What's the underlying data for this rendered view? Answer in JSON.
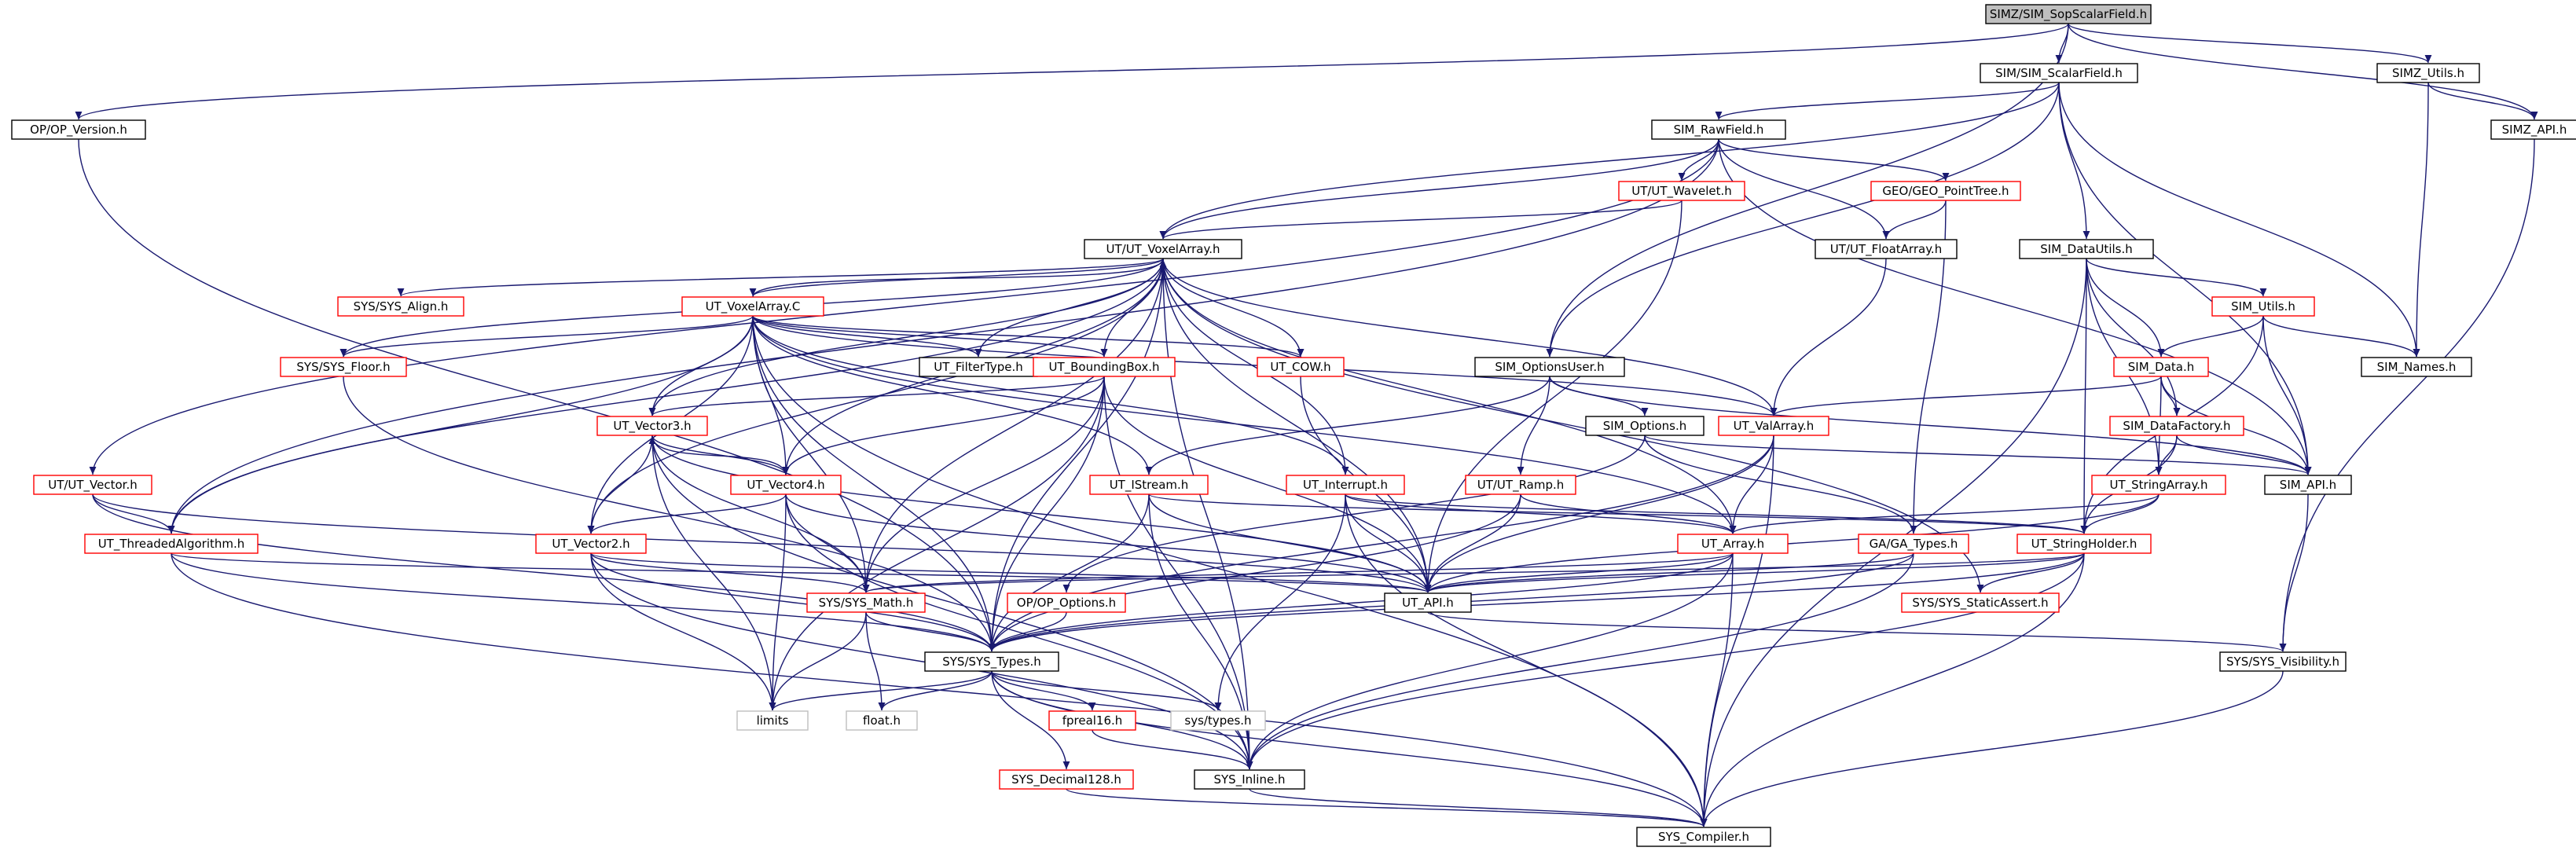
{
  "diagram": {
    "type": "include-dependency-graph",
    "colors": {
      "edge": "#191970",
      "node_border_black": "#000000",
      "node_border_red": "#ff0000",
      "node_border_gray": "#bfbfbf",
      "root_fill": "#bfbfbf",
      "node_fill": "#ffffff"
    },
    "nodes": [
      {
        "id": "root",
        "label": "SIMZ/SIM_SopScalarField.h",
        "style": "root"
      },
      {
        "id": "op_version",
        "label": "OP/OP_Version.h",
        "style": "black"
      },
      {
        "id": "sim_scalarfield",
        "label": "SIM/SIM_ScalarField.h",
        "style": "black"
      },
      {
        "id": "simz_utils",
        "label": "SIMZ_Utils.h",
        "style": "black"
      },
      {
        "id": "simz_api",
        "label": "SIMZ_API.h",
        "style": "black"
      },
      {
        "id": "sim_rawfield",
        "label": "SIM_RawField.h",
        "style": "black"
      },
      {
        "id": "ut_wavelet",
        "label": "UT/UT_Wavelet.h",
        "style": "red"
      },
      {
        "id": "geo_pointtree",
        "label": "GEO/GEO_PointTree.h",
        "style": "red"
      },
      {
        "id": "ut_floatarray",
        "label": "UT/UT_FloatArray.h",
        "style": "black"
      },
      {
        "id": "sim_datautils",
        "label": "SIM_DataUtils.h",
        "style": "black"
      },
      {
        "id": "ut_voxelarray_h",
        "label": "UT/UT_VoxelArray.h",
        "style": "black"
      },
      {
        "id": "sys_align",
        "label": "SYS/SYS_Align.h",
        "style": "red"
      },
      {
        "id": "ut_voxelarray_c",
        "label": "UT_VoxelArray.C",
        "style": "red"
      },
      {
        "id": "sim_utils",
        "label": "SIM_Utils.h",
        "style": "red"
      },
      {
        "id": "sim_names",
        "label": "SIM_Names.h",
        "style": "black"
      },
      {
        "id": "sys_floor",
        "label": "SYS/SYS_Floor.h",
        "style": "red"
      },
      {
        "id": "ut_filtertype",
        "label": "UT_FilterType.h",
        "style": "black"
      },
      {
        "id": "ut_boundingbox",
        "label": "UT_BoundingBox.h",
        "style": "red"
      },
      {
        "id": "ut_cow",
        "label": "UT_COW.h",
        "style": "red"
      },
      {
        "id": "sim_optionsuser",
        "label": "SIM_OptionsUser.h",
        "style": "black"
      },
      {
        "id": "sim_data",
        "label": "SIM_Data.h",
        "style": "red"
      },
      {
        "id": "sim_datafactory",
        "label": "SIM_DataFactory.h",
        "style": "red"
      },
      {
        "id": "ut_vector3",
        "label": "UT_Vector3.h",
        "style": "red"
      },
      {
        "id": "sim_options",
        "label": "SIM_Options.h",
        "style": "black"
      },
      {
        "id": "ut_valarray",
        "label": "UT_ValArray.h",
        "style": "red"
      },
      {
        "id": "ut_vector",
        "label": "UT/UT_Vector.h",
        "style": "red"
      },
      {
        "id": "ut_vector4",
        "label": "UT_Vector4.h",
        "style": "red"
      },
      {
        "id": "ut_istream",
        "label": "UT_IStream.h",
        "style": "red"
      },
      {
        "id": "ut_interrupt",
        "label": "UT_Interrupt.h",
        "style": "red"
      },
      {
        "id": "ut_ramp",
        "label": "UT/UT_Ramp.h",
        "style": "red"
      },
      {
        "id": "ut_stringarray",
        "label": "UT_StringArray.h",
        "style": "red"
      },
      {
        "id": "sim_api",
        "label": "SIM_API.h",
        "style": "black"
      },
      {
        "id": "ut_threadedalgorithm",
        "label": "UT_ThreadedAlgorithm.h",
        "style": "red"
      },
      {
        "id": "ut_vector2",
        "label": "UT_Vector2.h",
        "style": "red"
      },
      {
        "id": "ut_array",
        "label": "UT_Array.h",
        "style": "red"
      },
      {
        "id": "ga_types",
        "label": "GA/GA_Types.h",
        "style": "red"
      },
      {
        "id": "ut_stringholder",
        "label": "UT_StringHolder.h",
        "style": "red"
      },
      {
        "id": "sys_math",
        "label": "SYS/SYS_Math.h",
        "style": "red"
      },
      {
        "id": "op_options",
        "label": "OP/OP_Options.h",
        "style": "red"
      },
      {
        "id": "ut_api",
        "label": "UT_API.h",
        "style": "black"
      },
      {
        "id": "sys_staticassert",
        "label": "SYS/SYS_StaticAssert.h",
        "style": "red"
      },
      {
        "id": "sys_types",
        "label": "SYS/SYS_Types.h",
        "style": "black"
      },
      {
        "id": "sys_visibility",
        "label": "SYS/SYS_Visibility.h",
        "style": "black"
      },
      {
        "id": "limits",
        "label": "limits",
        "style": "gray"
      },
      {
        "id": "float_h",
        "label": "float.h",
        "style": "gray"
      },
      {
        "id": "fpreal16",
        "label": "fpreal16.h",
        "style": "red"
      },
      {
        "id": "sys_types_sys",
        "label": "sys/types.h",
        "style": "gray"
      },
      {
        "id": "sys_decimal128",
        "label": "SYS_Decimal128.h",
        "style": "red"
      },
      {
        "id": "sys_inline",
        "label": "SYS_Inline.h",
        "style": "black"
      },
      {
        "id": "sys_compiler",
        "label": "SYS_Compiler.h",
        "style": "black"
      }
    ],
    "edges": [
      [
        "root",
        "op_version"
      ],
      [
        "root",
        "sim_scalarfield"
      ],
      [
        "root",
        "simz_utils"
      ],
      [
        "root",
        "simz_api"
      ],
      [
        "root",
        "sim_optionsuser"
      ],
      [
        "op_version",
        "sys_types"
      ],
      [
        "sim_scalarfield",
        "sim_rawfield"
      ],
      [
        "sim_scalarfield",
        "ut_voxelarray_h"
      ],
      [
        "sim_scalarfield",
        "sim_datautils"
      ],
      [
        "sim_scalarfield",
        "sim_optionsuser"
      ],
      [
        "sim_scalarfield",
        "sim_names"
      ],
      [
        "sim_scalarfield",
        "sim_api"
      ],
      [
        "simz_utils",
        "simz_api"
      ],
      [
        "simz_utils",
        "sim_names"
      ],
      [
        "simz_api",
        "sys_visibility"
      ],
      [
        "sim_rawfield",
        "ut_voxelarray_h"
      ],
      [
        "sim_rawfield",
        "ut_wavelet"
      ],
      [
        "sim_rawfield",
        "geo_pointtree"
      ],
      [
        "sim_rawfield",
        "ut_floatarray"
      ],
      [
        "sim_rawfield",
        "ut_vector"
      ],
      [
        "sim_rawfield",
        "ut_threadedalgorithm"
      ],
      [
        "sim_rawfield",
        "sim_api"
      ],
      [
        "ut_wavelet",
        "ut_voxelarray_h"
      ],
      [
        "ut_wavelet",
        "ut_api"
      ],
      [
        "geo_pointtree",
        "ut_floatarray"
      ],
      [
        "geo_pointtree",
        "ga_types"
      ],
      [
        "ut_floatarray",
        "ut_valarray"
      ],
      [
        "sim_datautils",
        "sim_utils"
      ],
      [
        "sim_datautils",
        "sim_data"
      ],
      [
        "sim_datautils",
        "sim_datafactory"
      ],
      [
        "sim_datautils",
        "ut_stringarray"
      ],
      [
        "sim_datautils",
        "ut_stringholder"
      ],
      [
        "sim_datautils",
        "sys_compiler"
      ],
      [
        "ut_voxelarray_h",
        "sys_align"
      ],
      [
        "ut_voxelarray_h",
        "ut_voxelarray_c"
      ],
      [
        "ut_voxelarray_h",
        "sys_floor"
      ],
      [
        "ut_voxelarray_h",
        "ut_filtertype"
      ],
      [
        "ut_voxelarray_h",
        "ut_boundingbox"
      ],
      [
        "ut_voxelarray_h",
        "ut_cow"
      ],
      [
        "ut_voxelarray_h",
        "ut_vector3"
      ],
      [
        "ut_voxelarray_h",
        "ut_valarray"
      ],
      [
        "ut_voxelarray_h",
        "ut_vector4"
      ],
      [
        "ut_voxelarray_h",
        "ut_interrupt"
      ],
      [
        "ut_voxelarray_h",
        "ut_threadedalgorithm"
      ],
      [
        "ut_voxelarray_h",
        "ut_vector2"
      ],
      [
        "ut_voxelarray_h",
        "ut_array"
      ],
      [
        "ut_voxelarray_h",
        "sys_math"
      ],
      [
        "ut_voxelarray_h",
        "ut_api"
      ],
      [
        "ut_voxelarray_h",
        "sys_staticassert"
      ],
      [
        "ut_voxelarray_h",
        "sys_types"
      ],
      [
        "ut_voxelarray_h",
        "sys_inline"
      ],
      [
        "ut_voxelarray_c",
        "ut_voxelarray_h"
      ],
      [
        "ut_voxelarray_c",
        "sys_floor"
      ],
      [
        "ut_voxelarray_c",
        "ut_filtertype"
      ],
      [
        "ut_voxelarray_c",
        "ut_boundingbox"
      ],
      [
        "ut_voxelarray_c",
        "ut_cow"
      ],
      [
        "ut_voxelarray_c",
        "ut_vector3"
      ],
      [
        "ut_voxelarray_c",
        "ut_vector4"
      ],
      [
        "ut_voxelarray_c",
        "ut_istream"
      ],
      [
        "ut_voxelarray_c",
        "ut_interrupt"
      ],
      [
        "ut_voxelarray_c",
        "ut_threadedalgorithm"
      ],
      [
        "ut_voxelarray_c",
        "ut_vector2"
      ],
      [
        "ut_voxelarray_c",
        "ut_array"
      ],
      [
        "ut_voxelarray_c",
        "ut_valarray"
      ],
      [
        "ut_voxelarray_c",
        "sys_math"
      ],
      [
        "ut_voxelarray_c",
        "sys_types"
      ],
      [
        "ut_voxelarray_c",
        "sys_compiler"
      ],
      [
        "sim_utils",
        "sim_data"
      ],
      [
        "sim_utils",
        "sim_names"
      ],
      [
        "sim_utils",
        "sim_api"
      ],
      [
        "sim_utils",
        "ut_stringholder"
      ],
      [
        "sys_floor",
        "sys_types"
      ],
      [
        "ut_boundingbox",
        "ut_vector3"
      ],
      [
        "ut_boundingbox",
        "ut_vector4"
      ],
      [
        "ut_boundingbox",
        "sys_math"
      ],
      [
        "ut_boundingbox",
        "ut_api"
      ],
      [
        "ut_boundingbox",
        "sys_types"
      ],
      [
        "ut_boundingbox",
        "limits"
      ],
      [
        "ut_boundingbox",
        "sys_inline"
      ],
      [
        "ut_cow",
        "ut_api"
      ],
      [
        "sim_optionsuser",
        "sim_options"
      ],
      [
        "sim_optionsuser",
        "ut_ramp"
      ],
      [
        "sim_optionsuser",
        "ut_istream"
      ],
      [
        "sim_optionsuser",
        "sim_api"
      ],
      [
        "sim_data",
        "ut_valarray"
      ],
      [
        "sim_data",
        "sim_datafactory"
      ],
      [
        "sim_data",
        "ut_stringarray"
      ],
      [
        "sim_data",
        "sim_api"
      ],
      [
        "sim_datafactory",
        "ut_stringarray"
      ],
      [
        "sim_datafactory",
        "sim_api"
      ],
      [
        "sim_datafactory",
        "ut_stringholder"
      ],
      [
        "ut_vector3",
        "ut_vector4"
      ],
      [
        "ut_vector3",
        "ut_vector2"
      ],
      [
        "ut_vector3",
        "sys_math"
      ],
      [
        "ut_vector3",
        "ut_api"
      ],
      [
        "ut_vector3",
        "limits"
      ],
      [
        "ut_vector3",
        "sys_inline"
      ],
      [
        "sim_options",
        "op_options"
      ],
      [
        "sim_options",
        "ga_types"
      ],
      [
        "sim_options",
        "sim_api"
      ],
      [
        "ut_valarray",
        "ut_array"
      ],
      [
        "ut_valarray",
        "ut_api"
      ],
      [
        "ut_valarray",
        "sys_types"
      ],
      [
        "ut_valarray",
        "sys_compiler"
      ],
      [
        "ut_vector",
        "ut_threadedalgorithm"
      ],
      [
        "ut_vector",
        "sys_types"
      ],
      [
        "ut_vector",
        "ut_api"
      ],
      [
        "ut_vector4",
        "ut_vector3"
      ],
      [
        "ut_vector4",
        "ut_vector2"
      ],
      [
        "ut_vector4",
        "sys_math"
      ],
      [
        "ut_vector4",
        "ut_api"
      ],
      [
        "ut_vector4",
        "limits"
      ],
      [
        "ut_vector4",
        "sys_inline"
      ],
      [
        "ut_istream",
        "ut_api"
      ],
      [
        "ut_istream",
        "sys_types"
      ],
      [
        "ut_istream",
        "sys_inline"
      ],
      [
        "ut_istream",
        "ut_stringholder"
      ],
      [
        "ut_interrupt",
        "ut_api"
      ],
      [
        "ut_interrupt",
        "ut_array"
      ],
      [
        "ut_interrupt",
        "sys_types_sys"
      ],
      [
        "ut_interrupt",
        "sys_compiler"
      ],
      [
        "ut_interrupt",
        "ut_stringholder"
      ],
      [
        "ut_ramp",
        "ut_api"
      ],
      [
        "ut_ramp",
        "ut_array"
      ],
      [
        "ut_ramp",
        "sys_types"
      ],
      [
        "ut_stringarray",
        "ut_array"
      ],
      [
        "ut_stringarray",
        "ut_stringholder"
      ],
      [
        "ut_stringarray",
        "ut_api"
      ],
      [
        "sim_api",
        "sys_visibility"
      ],
      [
        "ut_threadedalgorithm",
        "ut_api"
      ],
      [
        "ut_threadedalgorithm",
        "sys_types"
      ],
      [
        "ut_threadedalgorithm",
        "sys_compiler"
      ],
      [
        "ut_vector2",
        "sys_math"
      ],
      [
        "ut_vector2",
        "ut_api"
      ],
      [
        "ut_vector2",
        "limits"
      ],
      [
        "ut_vector2",
        "sys_inline"
      ],
      [
        "ut_vector2",
        "sys_types"
      ],
      [
        "ut_array",
        "ut_api"
      ],
      [
        "ut_array",
        "sys_types"
      ],
      [
        "ut_array",
        "sys_inline"
      ],
      [
        "ut_array",
        "sys_compiler"
      ],
      [
        "ut_array",
        "sys_math"
      ],
      [
        "ga_types",
        "ut_api"
      ],
      [
        "ga_types",
        "sys_types"
      ],
      [
        "ga_types",
        "sys_inline"
      ],
      [
        "ut_stringholder",
        "ut_api"
      ],
      [
        "ut_stringholder",
        "sys_staticassert"
      ],
      [
        "ut_stringholder",
        "sys_types"
      ],
      [
        "ut_stringholder",
        "sys_inline"
      ],
      [
        "ut_stringholder",
        "sys_compiler"
      ],
      [
        "ut_stringholder",
        "sys_math"
      ],
      [
        "sys_math",
        "sys_types"
      ],
      [
        "sys_math",
        "limits"
      ],
      [
        "sys_math",
        "float_h"
      ],
      [
        "op_options",
        "sys_types"
      ],
      [
        "ut_api",
        "sys_visibility"
      ],
      [
        "sys_types",
        "limits"
      ],
      [
        "sys_types",
        "float_h"
      ],
      [
        "sys_types",
        "fpreal16"
      ],
      [
        "sys_types",
        "sys_types_sys"
      ],
      [
        "sys_types",
        "sys_decimal128"
      ],
      [
        "sys_types",
        "sys_inline"
      ],
      [
        "sys_types",
        "sys_compiler"
      ],
      [
        "sys_visibility",
        "sys_compiler"
      ],
      [
        "fpreal16",
        "sys_inline"
      ],
      [
        "sys_decimal128",
        "sys_compiler"
      ],
      [
        "sys_inline",
        "sys_compiler"
      ]
    ]
  }
}
